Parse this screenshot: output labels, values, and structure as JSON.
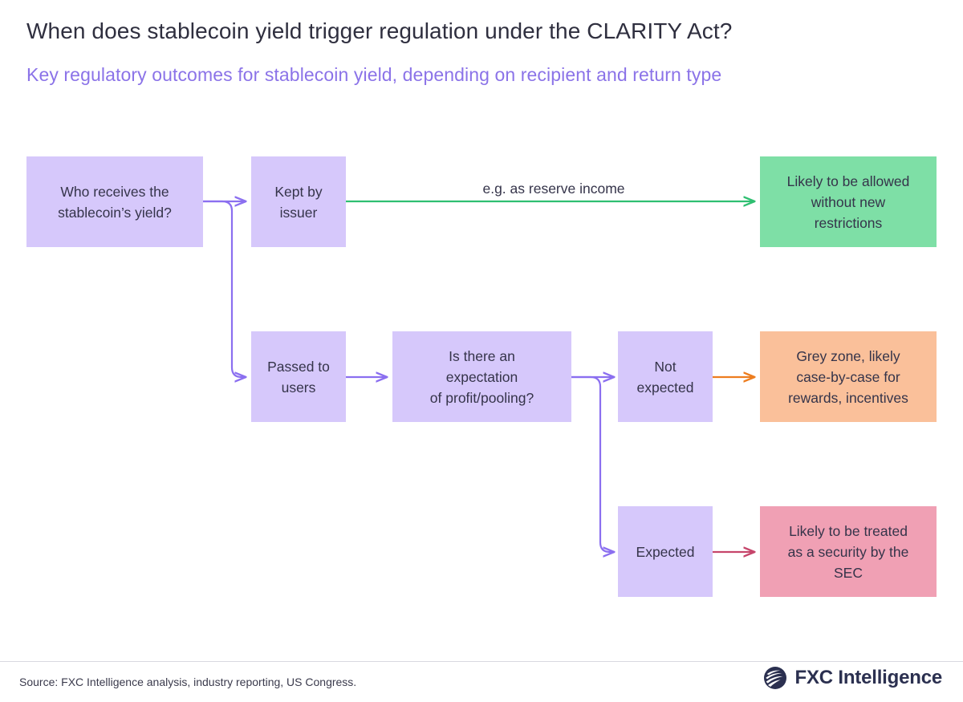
{
  "header": {
    "title": "When does stablecoin yield trigger regulation under the CLARITY Act?",
    "subtitle": "Key regulatory outcomes for stablecoin yield, depending on recipient and return type"
  },
  "colors": {
    "lavender_box": "#D6C8FB",
    "green_box": "#7EDFA6",
    "orange_box": "#FAC09A",
    "pink_box": "#F0A0B4",
    "purple_arrow": "#8B6FF0",
    "green_arrow": "#2FBF71",
    "orange_arrow": "#ED7D1F",
    "pink_arrow": "#C6456B",
    "subtitle_purple": "#8B73E8",
    "text_dark": "#35344a"
  },
  "chart_data": {
    "type": "diagram",
    "title": "When does stablecoin yield trigger regulation under the CLARITY Act?",
    "subtitle": "Key regulatory outcomes for stablecoin yield, depending on recipient and return type",
    "nodes": [
      {
        "id": "root",
        "label": "Who receives the\nstablecoin’s yield?",
        "kind": "decision"
      },
      {
        "id": "issuer",
        "label": "Kept by\nissuer",
        "kind": "branch"
      },
      {
        "id": "users",
        "label": "Passed to\nusers",
        "kind": "branch"
      },
      {
        "id": "expectation",
        "label": "Is there an\nexpectation\nof profit/pooling?",
        "kind": "decision"
      },
      {
        "id": "not_expected",
        "label": "Not\nexpected",
        "kind": "branch"
      },
      {
        "id": "expected",
        "label": "Expected",
        "kind": "branch"
      },
      {
        "id": "allowed",
        "label": "Likely to be allowed\nwithout new\nrestrictions",
        "kind": "outcome-green"
      },
      {
        "id": "grey_zone",
        "label": "Grey zone, likely\ncase-by-case for\nrewards, incentives",
        "kind": "outcome-orange"
      },
      {
        "id": "security",
        "label": "Likely to be treated\nas a security by the\nSEC",
        "kind": "outcome-pink"
      }
    ],
    "edges": [
      {
        "from": "root",
        "to": "issuer",
        "label": "",
        "color": "purple"
      },
      {
        "from": "root",
        "to": "users",
        "label": "",
        "color": "purple"
      },
      {
        "from": "issuer",
        "to": "allowed",
        "label": "e.g. as reserve income",
        "color": "green"
      },
      {
        "from": "users",
        "to": "expectation",
        "label": "",
        "color": "purple"
      },
      {
        "from": "expectation",
        "to": "not_expected",
        "label": "",
        "color": "purple"
      },
      {
        "from": "expectation",
        "to": "expected",
        "label": "",
        "color": "purple"
      },
      {
        "from": "not_expected",
        "to": "grey_zone",
        "label": "",
        "color": "orange"
      },
      {
        "from": "expected",
        "to": "security",
        "label": "",
        "color": "pink"
      }
    ]
  },
  "nodes": {
    "root": "Who receives the\nstablecoin’s yield?",
    "issuer": "Kept by\nissuer",
    "users": "Passed to\nusers",
    "expectation": "Is there an\nexpectation\nof profit/pooling?",
    "not_expected": "Not\nexpected",
    "expected": "Expected",
    "allowed": "Likely to be allowed\nwithout new\nrestrictions",
    "grey_zone": "Grey zone, likely\ncase-by-case for\nrewards, incentives",
    "security": "Likely to be treated\nas a security by the\nSEC"
  },
  "edge_labels": {
    "reserve_income": "e.g. as reserve income"
  },
  "footer": {
    "source": "Source: FXC Intelligence analysis, industry reporting, US Congress.",
    "logo_text": "FXC Intelligence",
    "logo_icon": "fxc-globe-icon"
  }
}
